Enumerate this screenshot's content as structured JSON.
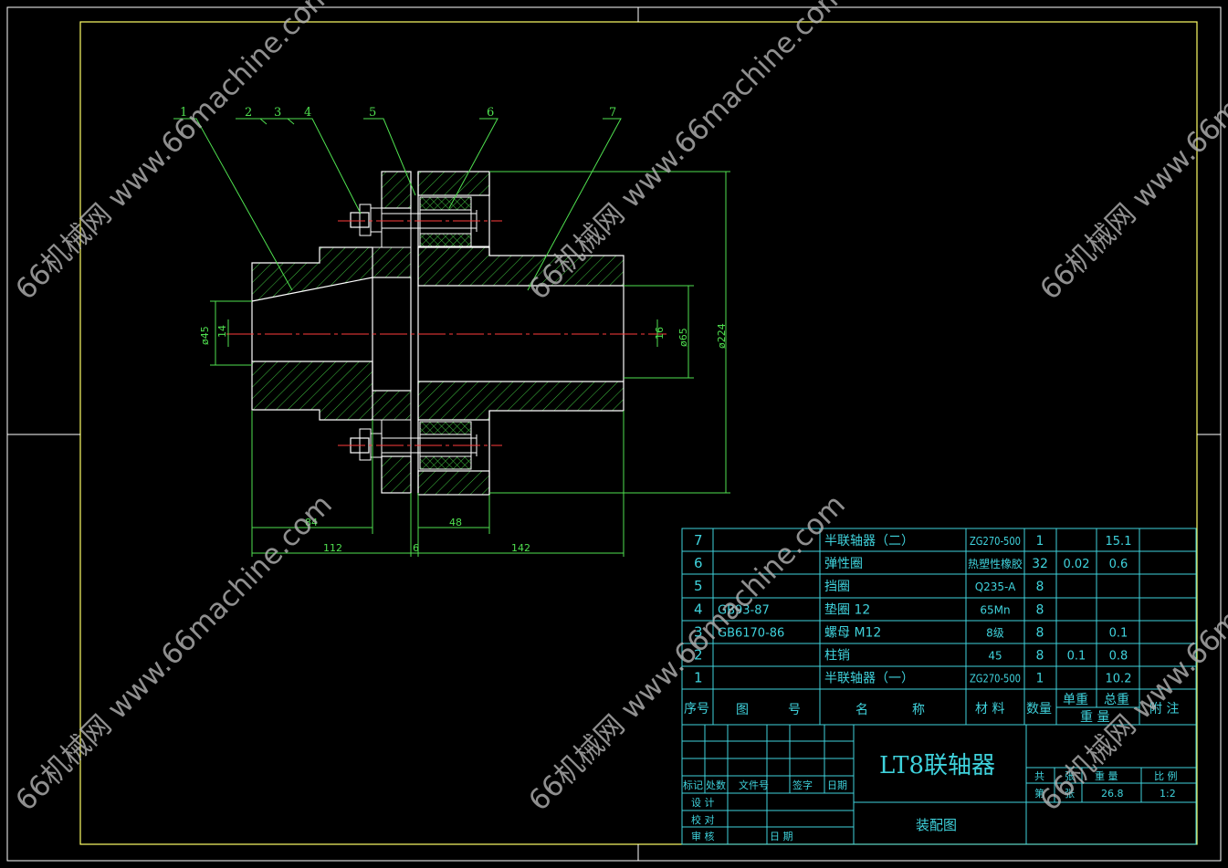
{
  "drawing": {
    "title": "LT8联轴器",
    "subtitle": "装配图",
    "total_weight": "26.8",
    "scale": "1:2"
  },
  "balloons": [
    "1",
    "2",
    "3",
    "4",
    "5",
    "6",
    "7"
  ],
  "dimensions": {
    "d45": "ø45",
    "d14": "14",
    "d16": "16",
    "d65": "ø65",
    "d224": "ø224",
    "len84": "84",
    "len48": "48",
    "len112": "112",
    "len6": "6",
    "len142": "142"
  },
  "bom": {
    "rows": [
      {
        "no": "7",
        "code": "",
        "name": "半联轴器（二）",
        "material": "ZG270-500",
        "qty": "1",
        "unit_weight": "",
        "total_weight": "15.1",
        "note": ""
      },
      {
        "no": "6",
        "code": "",
        "name": "弹性圈",
        "material": "热塑性橡胶",
        "qty": "32",
        "unit_weight": "0.02",
        "total_weight": "0.6",
        "note": ""
      },
      {
        "no": "5",
        "code": "",
        "name": "挡圈",
        "material": "Q235-A",
        "qty": "8",
        "unit_weight": "",
        "total_weight": "",
        "note": ""
      },
      {
        "no": "4",
        "code": "GB93-87",
        "name": "垫圈 12",
        "material": "65Mn",
        "qty": "8",
        "unit_weight": "",
        "total_weight": "",
        "note": ""
      },
      {
        "no": "3",
        "code": "GB6170-86",
        "name": "螺母 M12",
        "material": "8级",
        "qty": "8",
        "unit_weight": "",
        "total_weight": "0.1",
        "note": ""
      },
      {
        "no": "2",
        "code": "",
        "name": "柱销",
        "material": "45",
        "qty": "8",
        "unit_weight": "0.1",
        "total_weight": "0.8",
        "note": ""
      },
      {
        "no": "1",
        "code": "",
        "name": "半联轴器（一）",
        "material": "ZG270-500",
        "qty": "1",
        "unit_weight": "",
        "total_weight": "10.2",
        "note": ""
      }
    ],
    "headers": {
      "no": "序号",
      "code_1": "图",
      "code_2": "号",
      "name_1": "名",
      "name_2": "称",
      "material": "材 料",
      "qty": "数量",
      "unit_weight": "单重",
      "total_weight": "总重",
      "weight": "重 量",
      "note": "附 注"
    }
  },
  "title_block": {
    "mark": "标记",
    "count": "处数",
    "doc_no": "文件号",
    "sign": "签字",
    "date": "日期",
    "design": "设 计",
    "check": "校 对",
    "approve": "审 核",
    "date2": "日 期",
    "total_sheets": "共",
    "sheet_no": "第",
    "weight_label": "重 量",
    "scale_label": "比 例",
    "sheet_unit": "张"
  },
  "watermark": "66机械网 www.66machine.com",
  "colors": {
    "frame": "#ffff66",
    "outline": "#ffffff",
    "dimension": "#4fe04f",
    "center": "#ff3b3b",
    "table": "#3fd2dc",
    "hatch": "#3fc13f",
    "watermark": "#b8b8b8"
  }
}
